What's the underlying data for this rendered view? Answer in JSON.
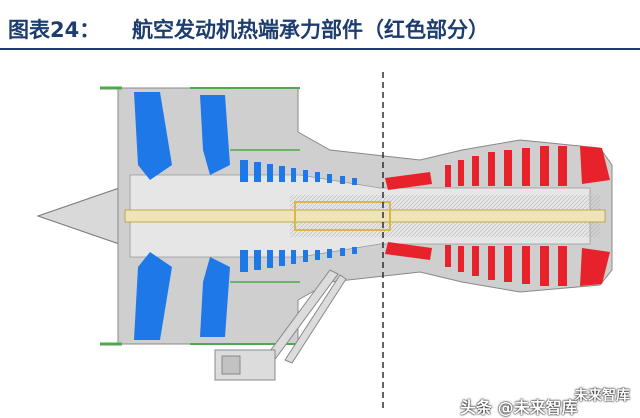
{
  "caption": {
    "figure_label": "图表24：",
    "title": "航空发动机热端承力部件（红色部分）"
  },
  "colors": {
    "title": "#1c3d6e",
    "cold_section": "#1f78e8",
    "hot_section": "#e8222a",
    "casing": "#c9c9c9",
    "shaft": "#d8b84a"
  },
  "watermark": {
    "top": "未来智库",
    "main": "头条 @未来智库"
  }
}
